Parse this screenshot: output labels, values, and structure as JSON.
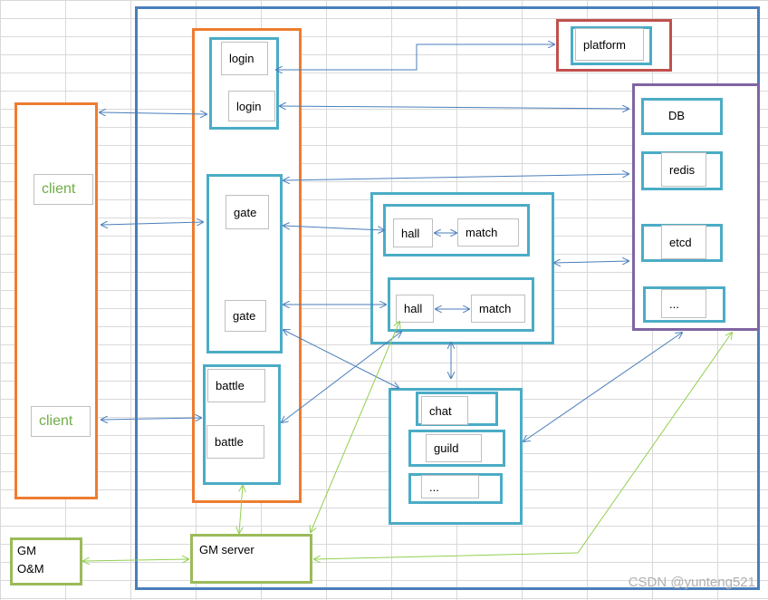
{
  "labels": {
    "platform": "platform",
    "login_1": "login",
    "login_2": "login",
    "client_1": "client",
    "client_2": "client",
    "gate_1": "gate",
    "gate_2": "gate",
    "battle_1": "battle",
    "battle_2": "battle",
    "hall_1": "hall",
    "match_1": "match",
    "hall_2": "hall",
    "match_2": "match",
    "db": "DB",
    "redis": "redis",
    "etcd": "etcd",
    "storage_more": "...",
    "chat": "chat",
    "guild": "guild",
    "social_more": "...",
    "gm_server": "GM server",
    "gm_ops_line1": "GM",
    "gm_ops_line2": "O&M"
  },
  "watermark": "CSDN @yunteng521",
  "colors": {
    "outer_border": "#4a7ebb",
    "client_border": "#ed7d31",
    "server_column_border": "#ed7d31",
    "module_border": "#4bacc6",
    "platform_border": "#c0504d",
    "storage_border": "#8064a2",
    "gm_border": "#9bbb59",
    "arrow_blue": "#4a7ebb",
    "arrow_green": "#92d050"
  }
}
